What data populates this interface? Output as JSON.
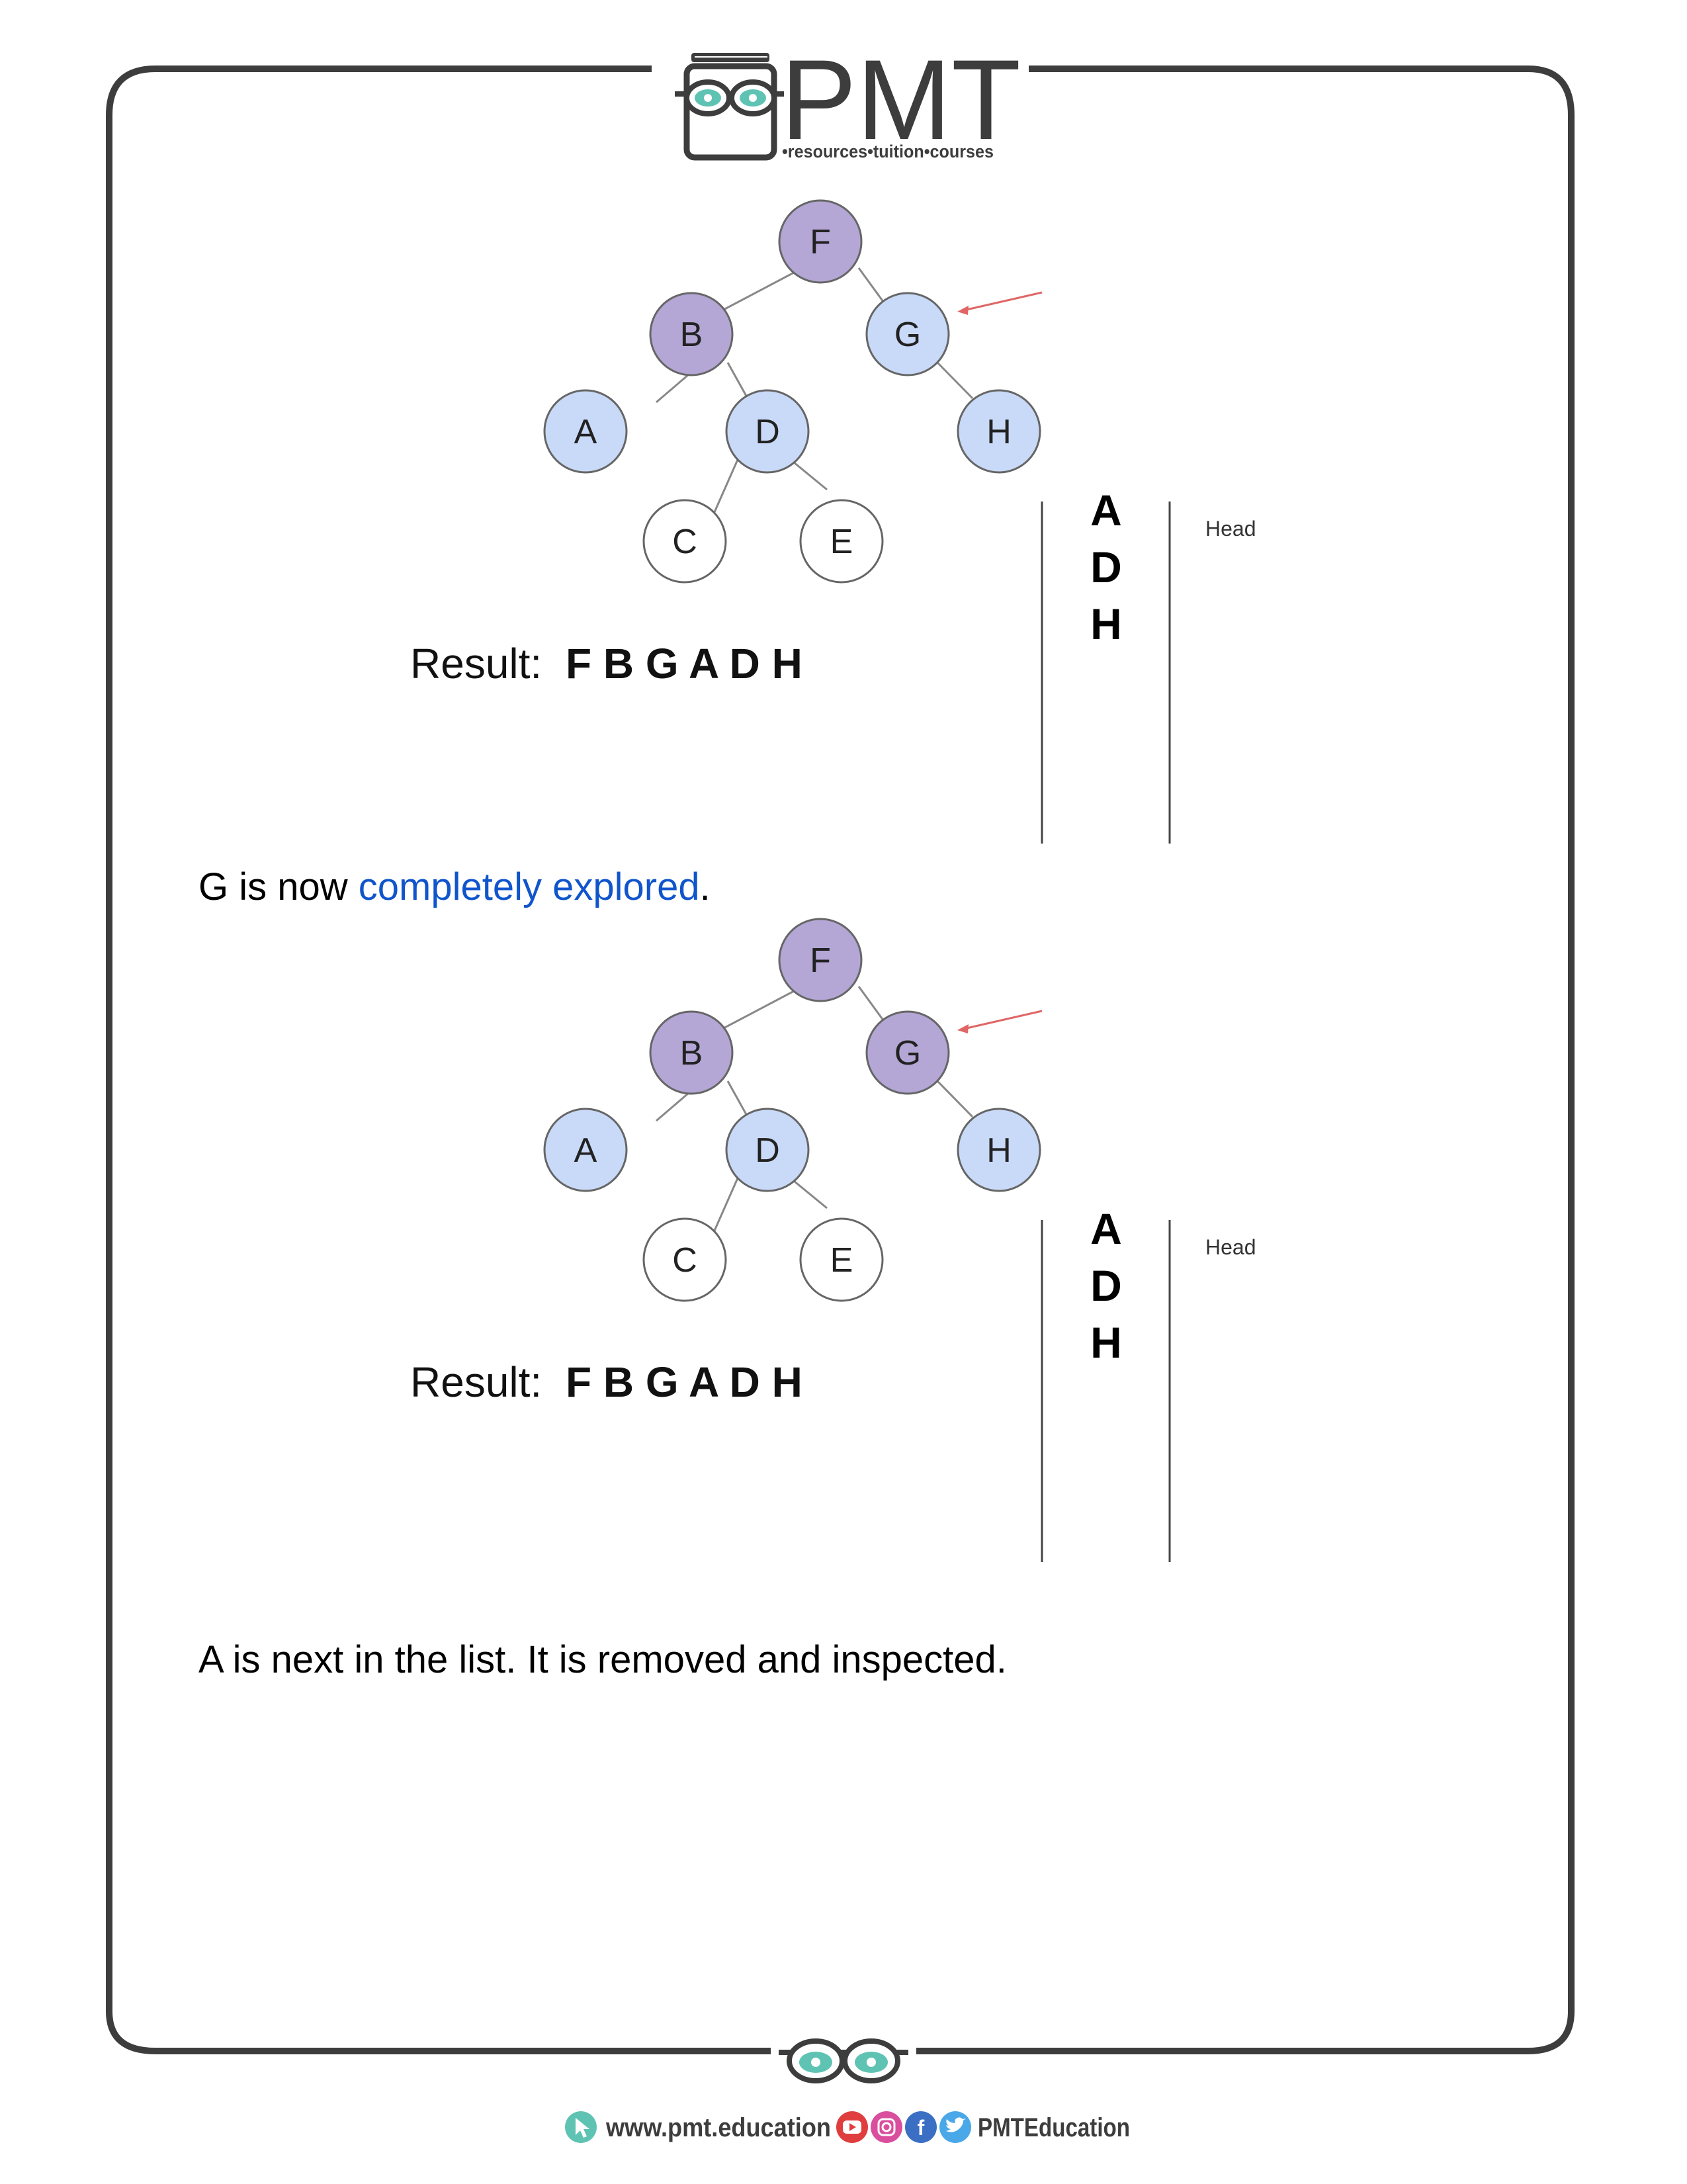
{
  "header": {
    "brand": "PMT",
    "tagline": "•resources•tuition•courses"
  },
  "diagrams": [
    {
      "result_label": "Result:",
      "result_value": "F B G A D H",
      "queue_items": [
        "A",
        "D",
        "H"
      ],
      "queue_pointer_label": "Head",
      "nodes": [
        {
          "label": "F",
          "state": "explored"
        },
        {
          "label": "B",
          "state": "explored"
        },
        {
          "label": "G",
          "state": "visited"
        },
        {
          "label": "A",
          "state": "visited"
        },
        {
          "label": "D",
          "state": "visited"
        },
        {
          "label": "H",
          "state": "visited"
        },
        {
          "label": "C",
          "state": "unvisited"
        },
        {
          "label": "E",
          "state": "unvisited"
        }
      ]
    },
    {
      "result_label": "Result:",
      "result_value": "F B G A D H",
      "queue_items": [
        "A",
        "D",
        "H"
      ],
      "queue_pointer_label": "Head",
      "nodes": [
        {
          "label": "F",
          "state": "explored"
        },
        {
          "label": "B",
          "state": "explored"
        },
        {
          "label": "G",
          "state": "explored"
        },
        {
          "label": "A",
          "state": "visited"
        },
        {
          "label": "D",
          "state": "visited"
        },
        {
          "label": "H",
          "state": "visited"
        },
        {
          "label": "C",
          "state": "unvisited"
        },
        {
          "label": "E",
          "state": "unvisited"
        }
      ]
    }
  ],
  "paragraphs": {
    "p1_before": "G is now ",
    "p1_highlight": "completely explored",
    "p1_after": ".",
    "p2": "A is next in the list. It is removed and inspected."
  },
  "footer": {
    "website": "www.pmt.education",
    "social_handle": "PMTEducation",
    "social_icons": [
      "youtube-icon",
      "instagram-icon",
      "facebook-icon",
      "twitter-icon"
    ]
  },
  "colors": {
    "explored": "#b4a7d6",
    "visited": "#c9daf8",
    "unvisited": "#ffffff",
    "frame": "#3d3d3d",
    "accent_teal": "#5fc3b4",
    "link_blue": "#1155cc",
    "pointer_red": "#e06666"
  }
}
